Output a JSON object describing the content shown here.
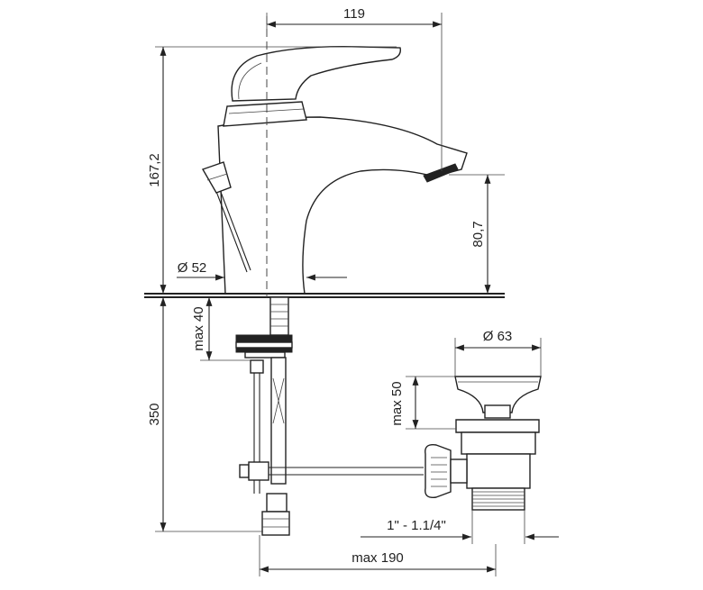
{
  "dimensions": {
    "width_top": "119",
    "height_total": "167,2",
    "spout_height": "80,7",
    "base_diameter": "Ø 52",
    "supply_length": "350",
    "counter_max": "max 40",
    "waste_diameter": "Ø 63",
    "waste_max": "max 50",
    "thread": "1\" - 1.1/4\"",
    "reach_max": "max 190"
  },
  "colors": {
    "line": "#222222",
    "background": "#ffffff"
  }
}
